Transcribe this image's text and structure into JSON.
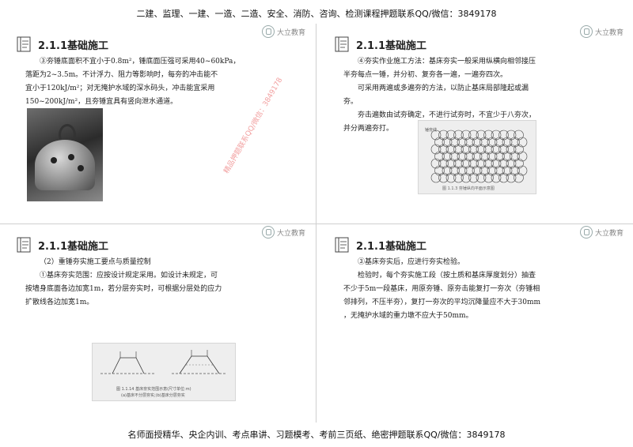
{
  "header": {
    "text": "二建、监理、一建、一造、二造、安全、消防、咨询、检测课程押题联系QQ/微信：3849178"
  },
  "footer": {
    "text": "名师面授精华、央企内训、考点串讲、习题模考、考前三页纸、绝密押题联系QQ/微信：3849178"
  },
  "logo": {
    "text": "大立教育"
  },
  "panels": [
    {
      "title": "2.1.1基础施工",
      "paragraphs": [
        "③夯锤底面积不宜小于0.8m²，锤底面压强可采用40~60kPa，",
        "落距为2~3.5m。不计浮力、阻力等影响时，每夯的冲击能不",
        "宜小于120kJ/m²；对无掩护水域的深水码头，冲击能宜采用",
        "150~200kJ/m²，且夯锤宜具有竖向泄水通道。"
      ],
      "watermark": "精品押题联系QQ/微信：3849178"
    },
    {
      "title": "2.1.1基础施工",
      "paragraphs": [
        "④夯实作业施工方法：基床夯实一般采用纵横向相邻接压",
        "半夯每点一锤，并分初、复夯各一遍，一遍夯四次。",
        "可采用两遍或多遍夯的方法，以防止基床局部隆起或漏",
        "夯。",
        "夯击遍数由试夯确定，不进行试夯时，不宜少于八夯次，",
        "并分两遍夯打。"
      ],
      "figure": {
        "label": "锤夯线",
        "caption": "图 1.1.3  夯锤纵向平面示意图"
      }
    },
    {
      "title": "2.1.1基础施工",
      "paragraphs": [
        "（2）重锤夯实施工要点与质量控制",
        "①基床夯实范围：应按设计规定采用。如设计未规定，可",
        "按墙身底面各边加宽1m，若分层夯实时，可根据分层处的应力",
        "扩散线各边加宽1m。"
      ],
      "figure": {
        "caption1": "图 1.1.14  基床夯实范围示意(尺寸单位:m)",
        "caption2": "(a)基床不分层夯实;(b)基床分层夯实"
      }
    },
    {
      "title": "2.1.1基础施工",
      "paragraphs": [
        "③基床夯实后，应进行夯实检验。",
        "检验时，每个夯实施工段（按土质和基床厚度划分）抽查",
        "不少于5m一段基床，用原夯锤、原夯击能复打一夯次（夯锤相",
        "邻排列，不压半夯），复打一夯次的平均沉降量应不大于30mm",
        "，无掩护水域的重力墩不应大于50mm。"
      ]
    }
  ]
}
